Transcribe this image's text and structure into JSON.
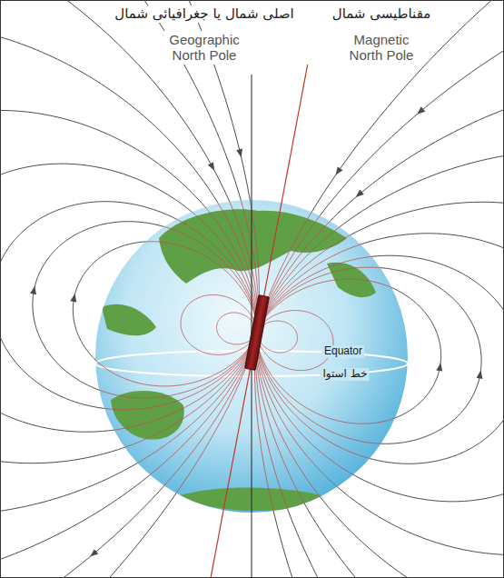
{
  "diagram": {
    "labels": [
      "اصلی شمال یا جغرافیائی شمال",
      "Geographic North Pole",
      "مقناطیسی شمال",
      "Magnetic North Pole",
      "Equator",
      "خط استوا"
    ]
  }
}
